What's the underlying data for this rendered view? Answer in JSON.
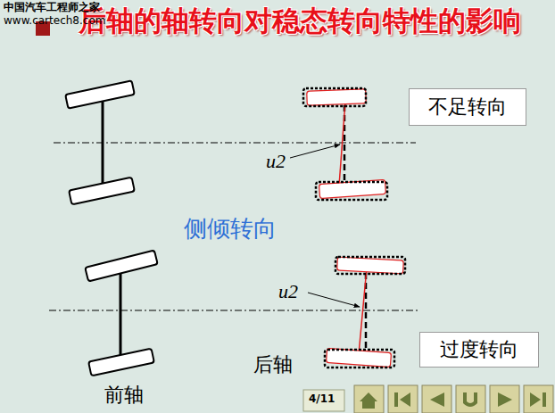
{
  "diagram": {
    "title": "后轴的轴转向对稳态转向特性的影响",
    "nodes": [
      {
        "text": [
          "不足转向"
        ]
      },
      {
        "text": [
          "过度转向"
        ]
      }
    ],
    "labels": [
      "中国汽车工程师之家",
      "www.cartech8.com",
      "侧倾转向",
      "u2",
      "u2",
      "后轴",
      "前轴",
      "4/11"
    ]
  }
}
